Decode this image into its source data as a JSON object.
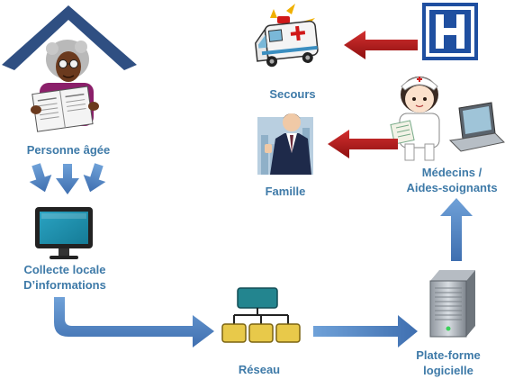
{
  "labels": {
    "person": "Personne âgée",
    "collect_line1": "Collecte locale",
    "collect_line2": "D’informations",
    "network": "Réseau",
    "platform_line1": "Plate-forme",
    "platform_line2": "logicielle",
    "doctors_line1": "Médecins /",
    "doctors_line2": "Aides-soignants",
    "family": "Famille",
    "rescue": "Secours"
  },
  "icons": {
    "house": "house-roof-icon",
    "elderly": "elderly-woman-reading-icon",
    "monitor": "computer-monitor-icon",
    "network": "network-hierarchy-icon",
    "server": "server-tower-icon",
    "nurse": "nurse-with-laptop-icon",
    "family": "businessman-family-icon",
    "ambulance": "ambulance-icon",
    "hospital": "hospital-sign-icon"
  },
  "colors": {
    "label": "#3e7aa8",
    "flow_arrow": "#4a7ec0",
    "alert_arrow": "#b01818",
    "roof": "#2f4f82",
    "hospital": "#1f4fa0"
  }
}
